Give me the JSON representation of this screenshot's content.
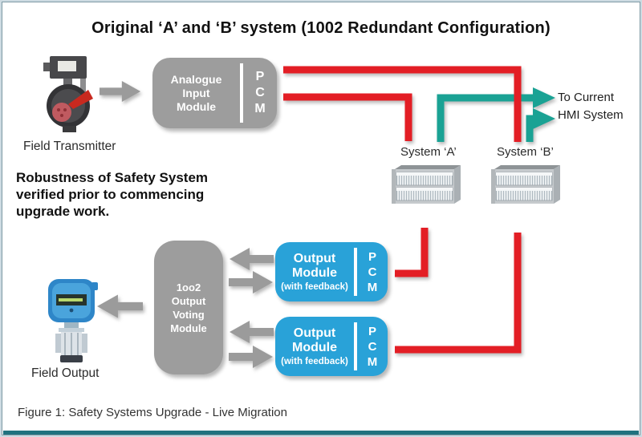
{
  "title": "Original ‘A’ and ‘B’ system (1002 Redundant Configuration)",
  "field_transmitter": {
    "label": "Field Transmitter"
  },
  "analogue_module": {
    "lines": [
      "Analogue",
      "Input",
      "Module"
    ],
    "pcm": [
      "P",
      "C",
      "M"
    ]
  },
  "hmi": {
    "lines": [
      "To Current",
      "HMI System"
    ]
  },
  "systems": {
    "a": {
      "label": "System ‘A’"
    },
    "b": {
      "label": "System ‘B’"
    }
  },
  "note": {
    "lines": [
      "Robustness of Safety System",
      "verified prior to commencing",
      "upgrade work."
    ]
  },
  "voting_module": {
    "lines": [
      "1oo2",
      "Output",
      "Voting",
      "Module"
    ]
  },
  "output_module_1": {
    "title_lines": [
      "Output",
      "Module"
    ],
    "subtitle": "(with feedback)",
    "pcm": [
      "P",
      "C",
      "M"
    ]
  },
  "output_module_2": {
    "title_lines": [
      "Output",
      "Module"
    ],
    "subtitle": "(with feedback)",
    "pcm": [
      "P",
      "C",
      "M"
    ]
  },
  "field_output": {
    "label": "Field Output"
  },
  "caption": "Figure 1: Safety Systems Upgrade - Live Migration",
  "colors": {
    "signal_red": "#e31e25",
    "signal_teal": "#1aa294",
    "module_blue": "#29a2d8",
    "module_gray": "#9d9d9d",
    "frame_border": "#7e99a4",
    "bottom_bar_teal": "#20727f"
  }
}
